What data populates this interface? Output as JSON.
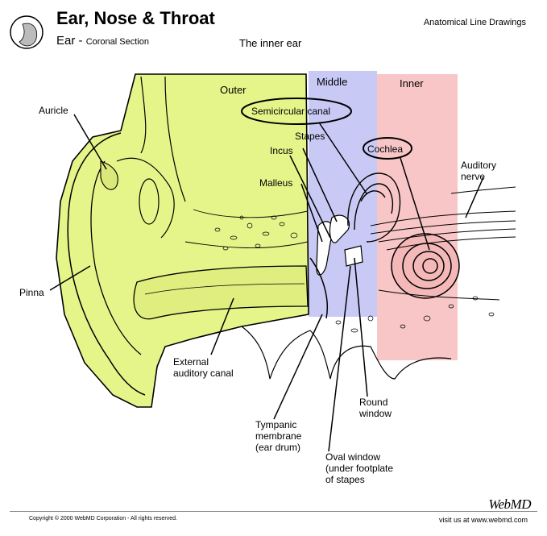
{
  "header": {
    "title": "Ear, Nose & Throat",
    "subtitle_main": "Ear - ",
    "subtitle_small": "Coronal Section",
    "right_label": "Anatomical Line Drawings",
    "caption": "The inner ear"
  },
  "regions": {
    "outer": "Outer",
    "middle": "Middle",
    "inner": "Inner"
  },
  "labels": {
    "auricle": "Auricle",
    "pinna": "Pinna",
    "semicircular_canal": "Semicircular canal",
    "stapes": "Stapes",
    "incus": "Incus",
    "malleus": "Malleus",
    "cochlea": "Cochlea",
    "auditory_nerve_1": "Auditory",
    "auditory_nerve_2": "nerve",
    "external_canal_1": "External",
    "external_canal_2": "auditory canal",
    "tympanic_1": "Tympanic",
    "tympanic_2": "membrane",
    "tympanic_3": "(ear drum)",
    "round_window_1": "Round",
    "round_window_2": "window",
    "oval_window_1": "Oval window",
    "oval_window_2": "(under footplate",
    "oval_window_3": "of stapes"
  },
  "footer": {
    "copyright": "Copyright © 2000 WebMD Corporation - All rights reserved.",
    "visit": "visit us at www.webmd.com",
    "brand": "WebMD"
  },
  "colors": {
    "outer": "#e6f58a",
    "middle": "#c8c8f5",
    "inner": "#f7c4c4"
  }
}
